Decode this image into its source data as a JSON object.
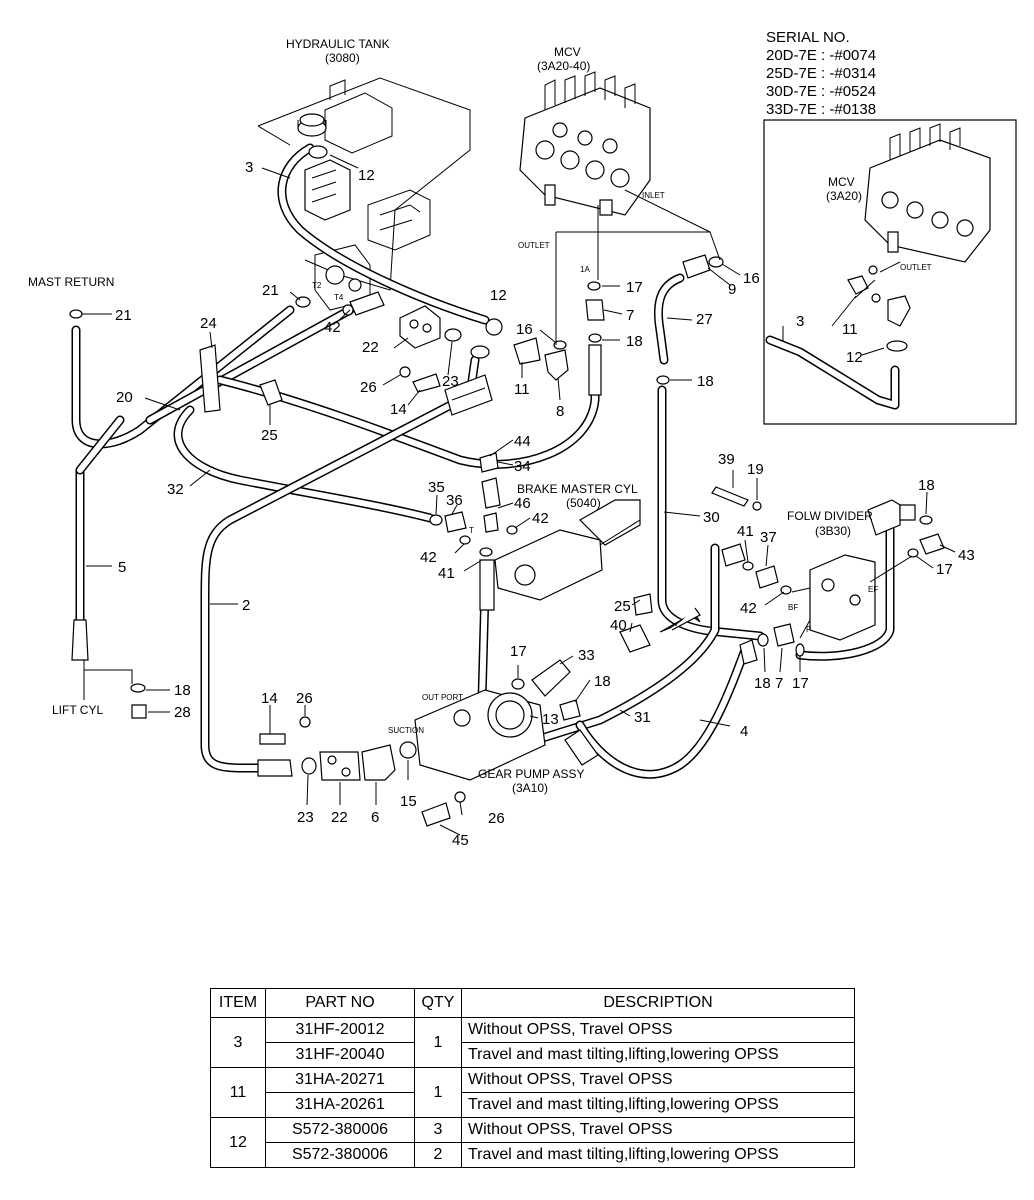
{
  "serial": {
    "heading": "SERIAL NO.",
    "lines": [
      "20D-7E : -#0074",
      "25D-7E : -#0314",
      "30D-7E : -#0524",
      "33D-7E : -#0138"
    ]
  },
  "component_labels": {
    "hydraulic_tank": "HYDRAULIC TANK",
    "hydraulic_tank_code": "(3080)",
    "mcv": "MCV",
    "mcv_code": "(3A20-40)",
    "mcv_inset": "MCV",
    "mcv_inset_code": "(3A20)",
    "outlet": "OUTLET",
    "outlet_inset": "OUTLET",
    "inlet": "INLET",
    "mast_return": "MAST RETURN",
    "lift_cyl": "LIFT CYL",
    "brake_master_cyl": "BRAKE MASTER CYL",
    "brake_master_cyl_code": "(5040)",
    "flow_divider": "FOLW DIVIDER",
    "flow_divider_code": "(3B30)",
    "gear_pump": "GEAR PUMP ASSY",
    "gear_pump_code": "(3A10)",
    "out_port": "OUT PORT",
    "suction": "SUCTION",
    "port_1a": "1A",
    "port_t2": "T2",
    "port_t4": "T4",
    "port_t": "T",
    "port_bf": "BF",
    "port_ef": "EF",
    "port_p": "P"
  },
  "callouts": {
    "n3": "3",
    "n12a": "12",
    "n12b": "12",
    "n21a": "21",
    "n21b": "21",
    "n24": "24",
    "n42a": "42",
    "n22a": "22",
    "n20": "20",
    "n26a": "26",
    "n23a": "23",
    "n14a": "14",
    "n25a": "25",
    "n16a": "16",
    "n11": "11",
    "n8": "8",
    "n17a": "17",
    "n7a": "7",
    "n18a": "18",
    "n16b": "16",
    "n9": "9",
    "n27": "27",
    "n18b": "18",
    "n44": "44",
    "n34": "34",
    "n32": "32",
    "n35": "35",
    "n36": "36",
    "n46": "46",
    "n42b": "42",
    "n42c": "42",
    "n41a": "41",
    "n30": "30",
    "n39": "39",
    "n19": "19",
    "n18c": "18",
    "n43": "43",
    "n41b": "41",
    "n37": "37",
    "n17b": "17",
    "n42d": "42",
    "n5": "5",
    "n2": "2",
    "n25b": "25",
    "n40": "40",
    "n18d": "18",
    "n7b": "7",
    "n17c": "17",
    "n17d": "17",
    "n33": "33",
    "n18e": "18",
    "n13": "13",
    "n31": "31",
    "n4": "4",
    "n18f": "18",
    "n28": "28",
    "n14b": "14",
    "n26b": "26",
    "n15": "15",
    "n23b": "23",
    "n22b": "22",
    "n6": "6",
    "n26c": "26",
    "n45": "45",
    "inset_n3": "3",
    "inset_n11": "11",
    "inset_n12": "12"
  },
  "table": {
    "headers": {
      "item": "ITEM",
      "part_no": "PART NO",
      "qty": "QTY",
      "description": "DESCRIPTION"
    },
    "groups": [
      {
        "item": "3",
        "qty": "1",
        "rows": [
          {
            "part_no": "31HF-20012",
            "description": "Without OPSS, Travel OPSS"
          },
          {
            "part_no": "31HF-20040",
            "description": "Travel and mast tilting,lifting,lowering OPSS"
          }
        ]
      },
      {
        "item": "11",
        "qty": "1",
        "rows": [
          {
            "part_no": "31HA-20271",
            "description": "Without OPSS, Travel OPSS"
          },
          {
            "part_no": "31HA-20261",
            "description": "Travel and mast tilting,lifting,lowering OPSS"
          }
        ]
      },
      {
        "item": "12",
        "rows": [
          {
            "part_no": "S572-380006",
            "qty": "3",
            "description": "Without OPSS, Travel OPSS"
          },
          {
            "part_no": "S572-380006",
            "qty": "2",
            "description": "Travel and mast tilting,lifting,lowering OPSS"
          }
        ]
      }
    ]
  }
}
